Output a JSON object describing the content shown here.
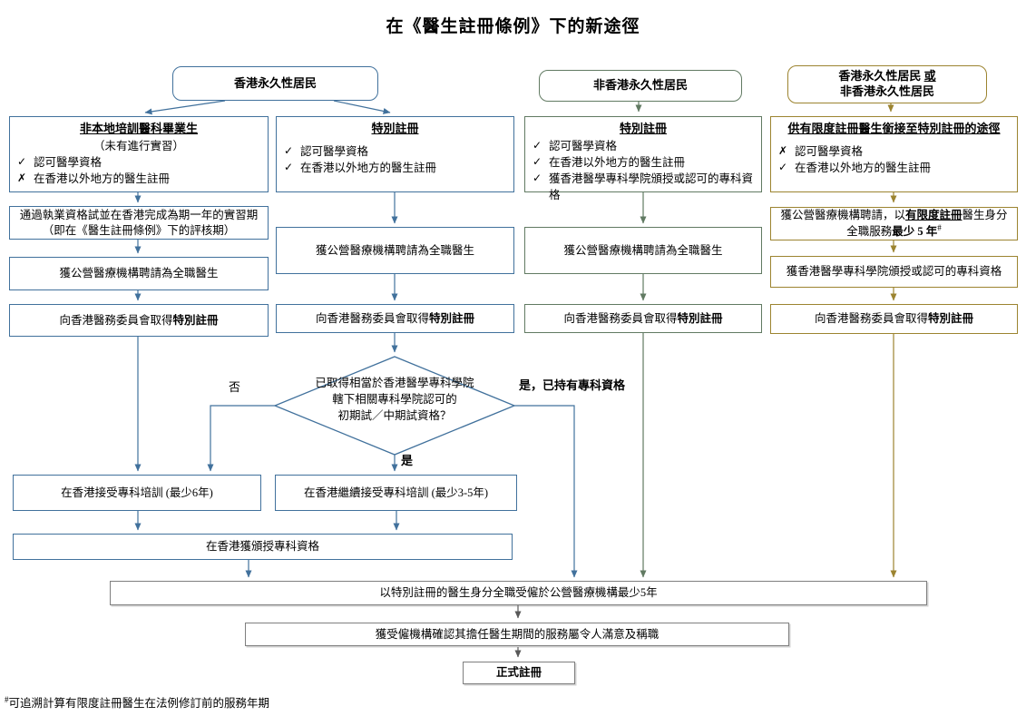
{
  "title": "在《醫生註冊條例》下的新途徑",
  "colors": {
    "blue": "#41719C",
    "green": "#617A62",
    "gold": "#9C8430",
    "gray_border": "#7F7F7F",
    "gray_arrow": "#595959"
  },
  "headers": {
    "hk": "香港永久性居民",
    "non_hk": "非香港永久性居民",
    "either_l1": "香港永久性居民 ",
    "either_or": "或",
    "either_l2": "非香港永久性居民"
  },
  "col1": {
    "title": "非本地培訓醫科畢業生",
    "subtitle": "（未有進行實習）",
    "crit1_mark": "✓",
    "crit1": "認可醫學資格",
    "crit2_mark": "✗",
    "crit2": "在香港以外地方的醫生註冊",
    "step1_l1": "通過執業資格試並在香港完成為期一年的實習期",
    "step1_l2": "（即在《醫生註冊條例》下的評核期）",
    "step2": "獲公營醫療機構聘請為全職醫生",
    "step3_pre": "向香港醫務委員會取得",
    "step3_bold": "特別註冊"
  },
  "col2": {
    "title": "特別註冊",
    "crit1_mark": "✓",
    "crit1": "認可醫學資格",
    "crit2_mark": "✓",
    "crit2": "在香港以外地方的醫生註冊",
    "step1": "獲公營醫療機構聘請為全職醫生",
    "step2_pre": "向香港醫務委員會取得",
    "step2_bold": "特別註冊"
  },
  "col3": {
    "title": "特別註冊",
    "crit1_mark": "✓",
    "crit1": "認可醫學資格",
    "crit2_mark": "✓",
    "crit2": "在香港以外地方的醫生註冊",
    "crit3_mark": "✓",
    "crit3": "獲香港醫學專科學院頒授或認可的專科資格",
    "step1": "獲公營醫療機構聘請為全職醫生",
    "step2_pre": "向香港醫務委員會取得",
    "step2_bold": "特別註冊"
  },
  "col4": {
    "title": "供有限度註冊醫生銜接至特別註冊的途徑",
    "crit1_mark": "✗",
    "crit1": "認可醫學資格",
    "crit2_mark": "✓",
    "crit2": "在香港以外地方的醫生註冊",
    "step1_pre": "獲公營醫療機構聘請，以",
    "step1_bu": "有限度註冊",
    "step1_mid": "醫生身分",
    "step1_l2_pre": "全職服務",
    "step1_l2_bold": "最少 5 年",
    "step1_sup": "#",
    "step2": "獲香港醫學專科學院頒授或認可的專科資格",
    "step3_pre": "向香港醫務委員會取得",
    "step3_bold": "特別註冊"
  },
  "decision": {
    "l1": "已取得相當於香港醫學專科學院",
    "l2": "轄下相關專科學院認可的",
    "l3": "初期試／中期試資格？",
    "no": "否",
    "yes": "是",
    "yes_specialist": "是，已持有專科資格"
  },
  "bottom": {
    "training_no": "在香港接受專科培訓 (最少6年)",
    "training_yes": "在香港繼續接受專科培訓 (最少3-5年)",
    "qualification": "在香港獲頒授專科資格",
    "employment": "以特別註冊的醫生身分全職受僱於公營醫療機構最少5年",
    "confirmation": "獲受僱機構確認其擔任醫生期間的服務屬令人滿意及稱職",
    "registration": "正式註冊"
  },
  "footnote": {
    "marker": "#",
    "text": "可追溯計算有限度註冊醫生在法例修訂前的服務年期"
  }
}
